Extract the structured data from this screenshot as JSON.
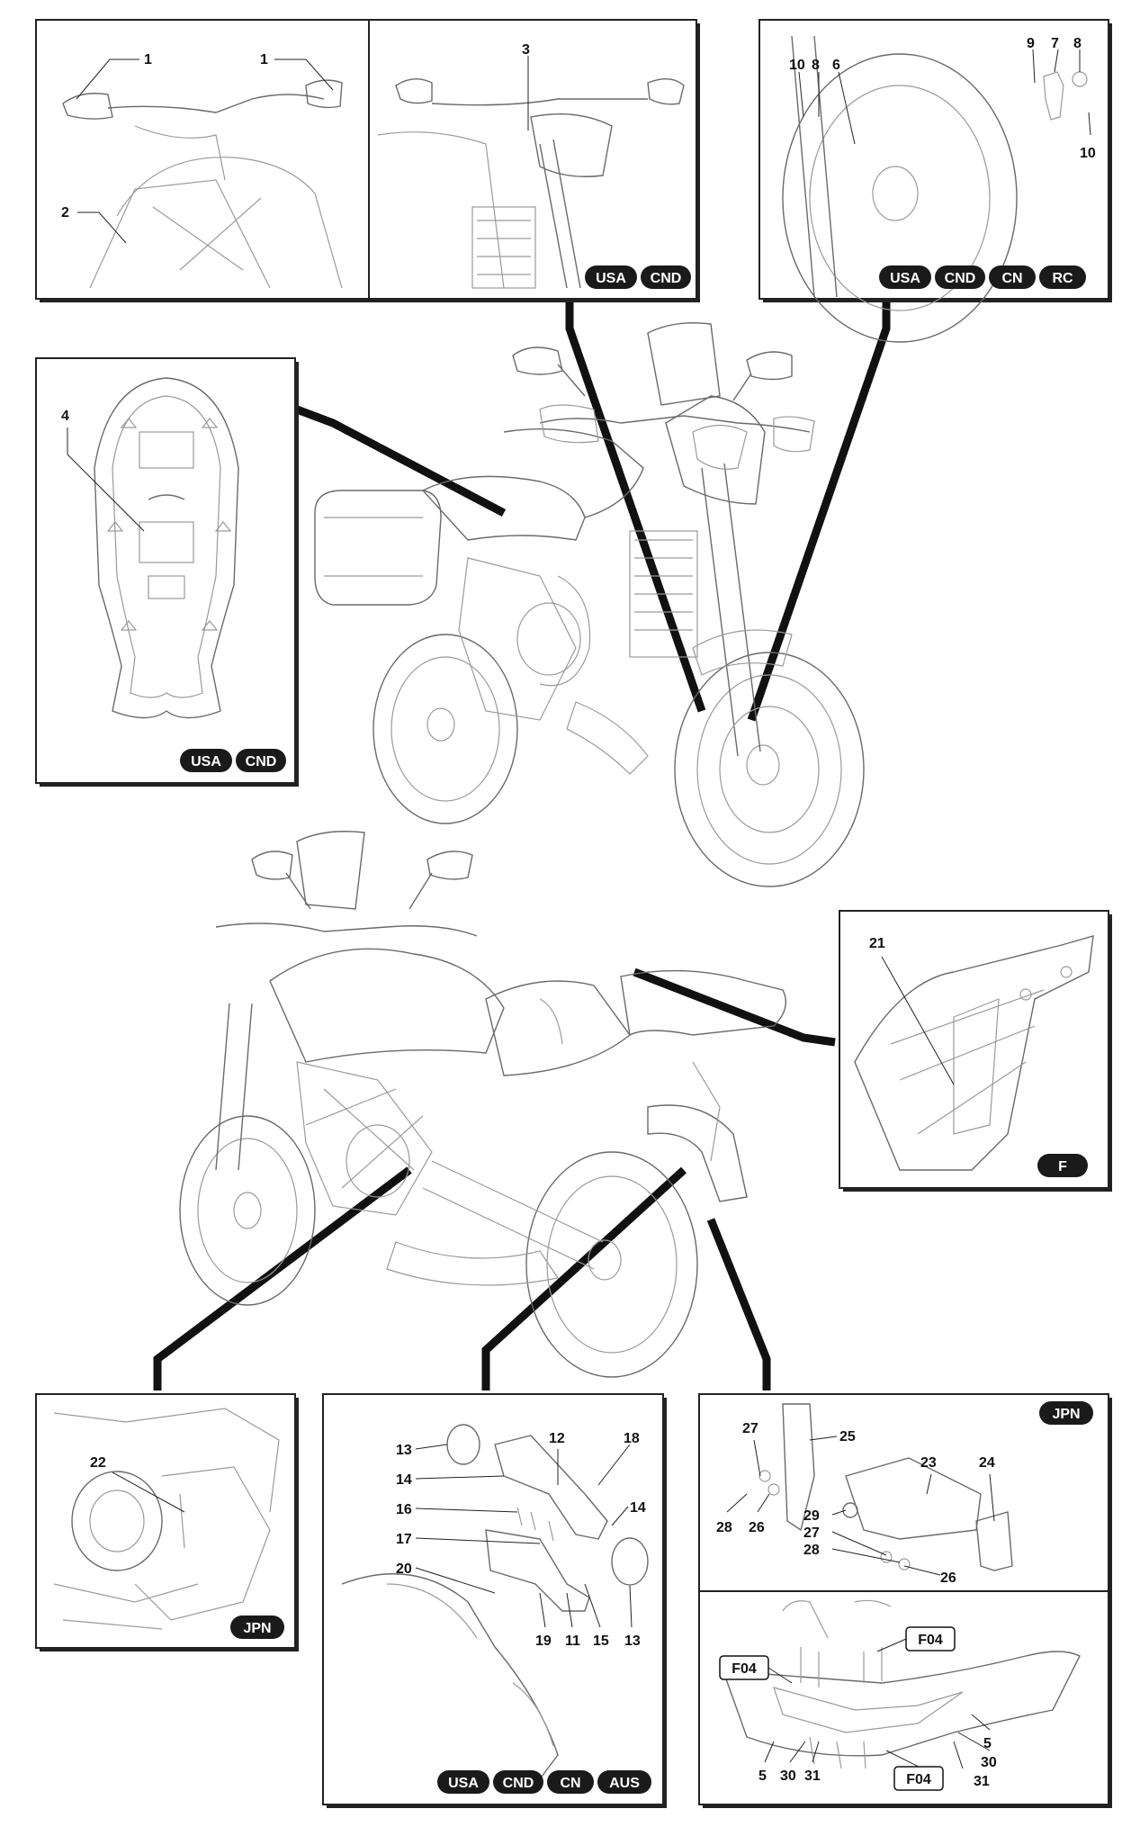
{
  "panels": {
    "p1": {
      "labels": [
        "1",
        "1",
        "2"
      ],
      "badges": []
    },
    "p2": {
      "labels": [
        "3"
      ],
      "badges": [
        "USA",
        "CND"
      ]
    },
    "p3": {
      "labels": [
        "10",
        "8",
        "6",
        "9",
        "7",
        "8",
        "10"
      ],
      "badges": [
        "USA",
        "CND",
        "CN",
        "RC"
      ]
    },
    "p4": {
      "labels": [
        "4"
      ],
      "badges": [
        "USA",
        "CND"
      ]
    },
    "p5": {
      "labels": [
        "21"
      ],
      "badges": [
        "F"
      ]
    },
    "p6": {
      "labels": [
        "22"
      ],
      "badges": [
        "JPN"
      ]
    },
    "p7": {
      "labels": [
        "13",
        "14",
        "16",
        "17",
        "20",
        "12",
        "18",
        "14",
        "19",
        "11",
        "15",
        "13"
      ],
      "badges": [
        "USA",
        "CND",
        "CN",
        "AUS"
      ]
    },
    "p8": {
      "labels": [
        "27",
        "25",
        "28",
        "26",
        "23",
        "24",
        "29",
        "27",
        "28",
        "26"
      ],
      "badges": [
        "JPN"
      ]
    },
    "p9": {
      "labels": [
        "5",
        "30",
        "5",
        "30",
        "31",
        "31"
      ],
      "boxes": [
        "F04",
        "F04",
        "F04"
      ]
    }
  },
  "colors": {
    "ink": "#111111",
    "sketch": "#9a9a9a",
    "badge": "#1a1a1a",
    "paper": "#ffffff"
  }
}
